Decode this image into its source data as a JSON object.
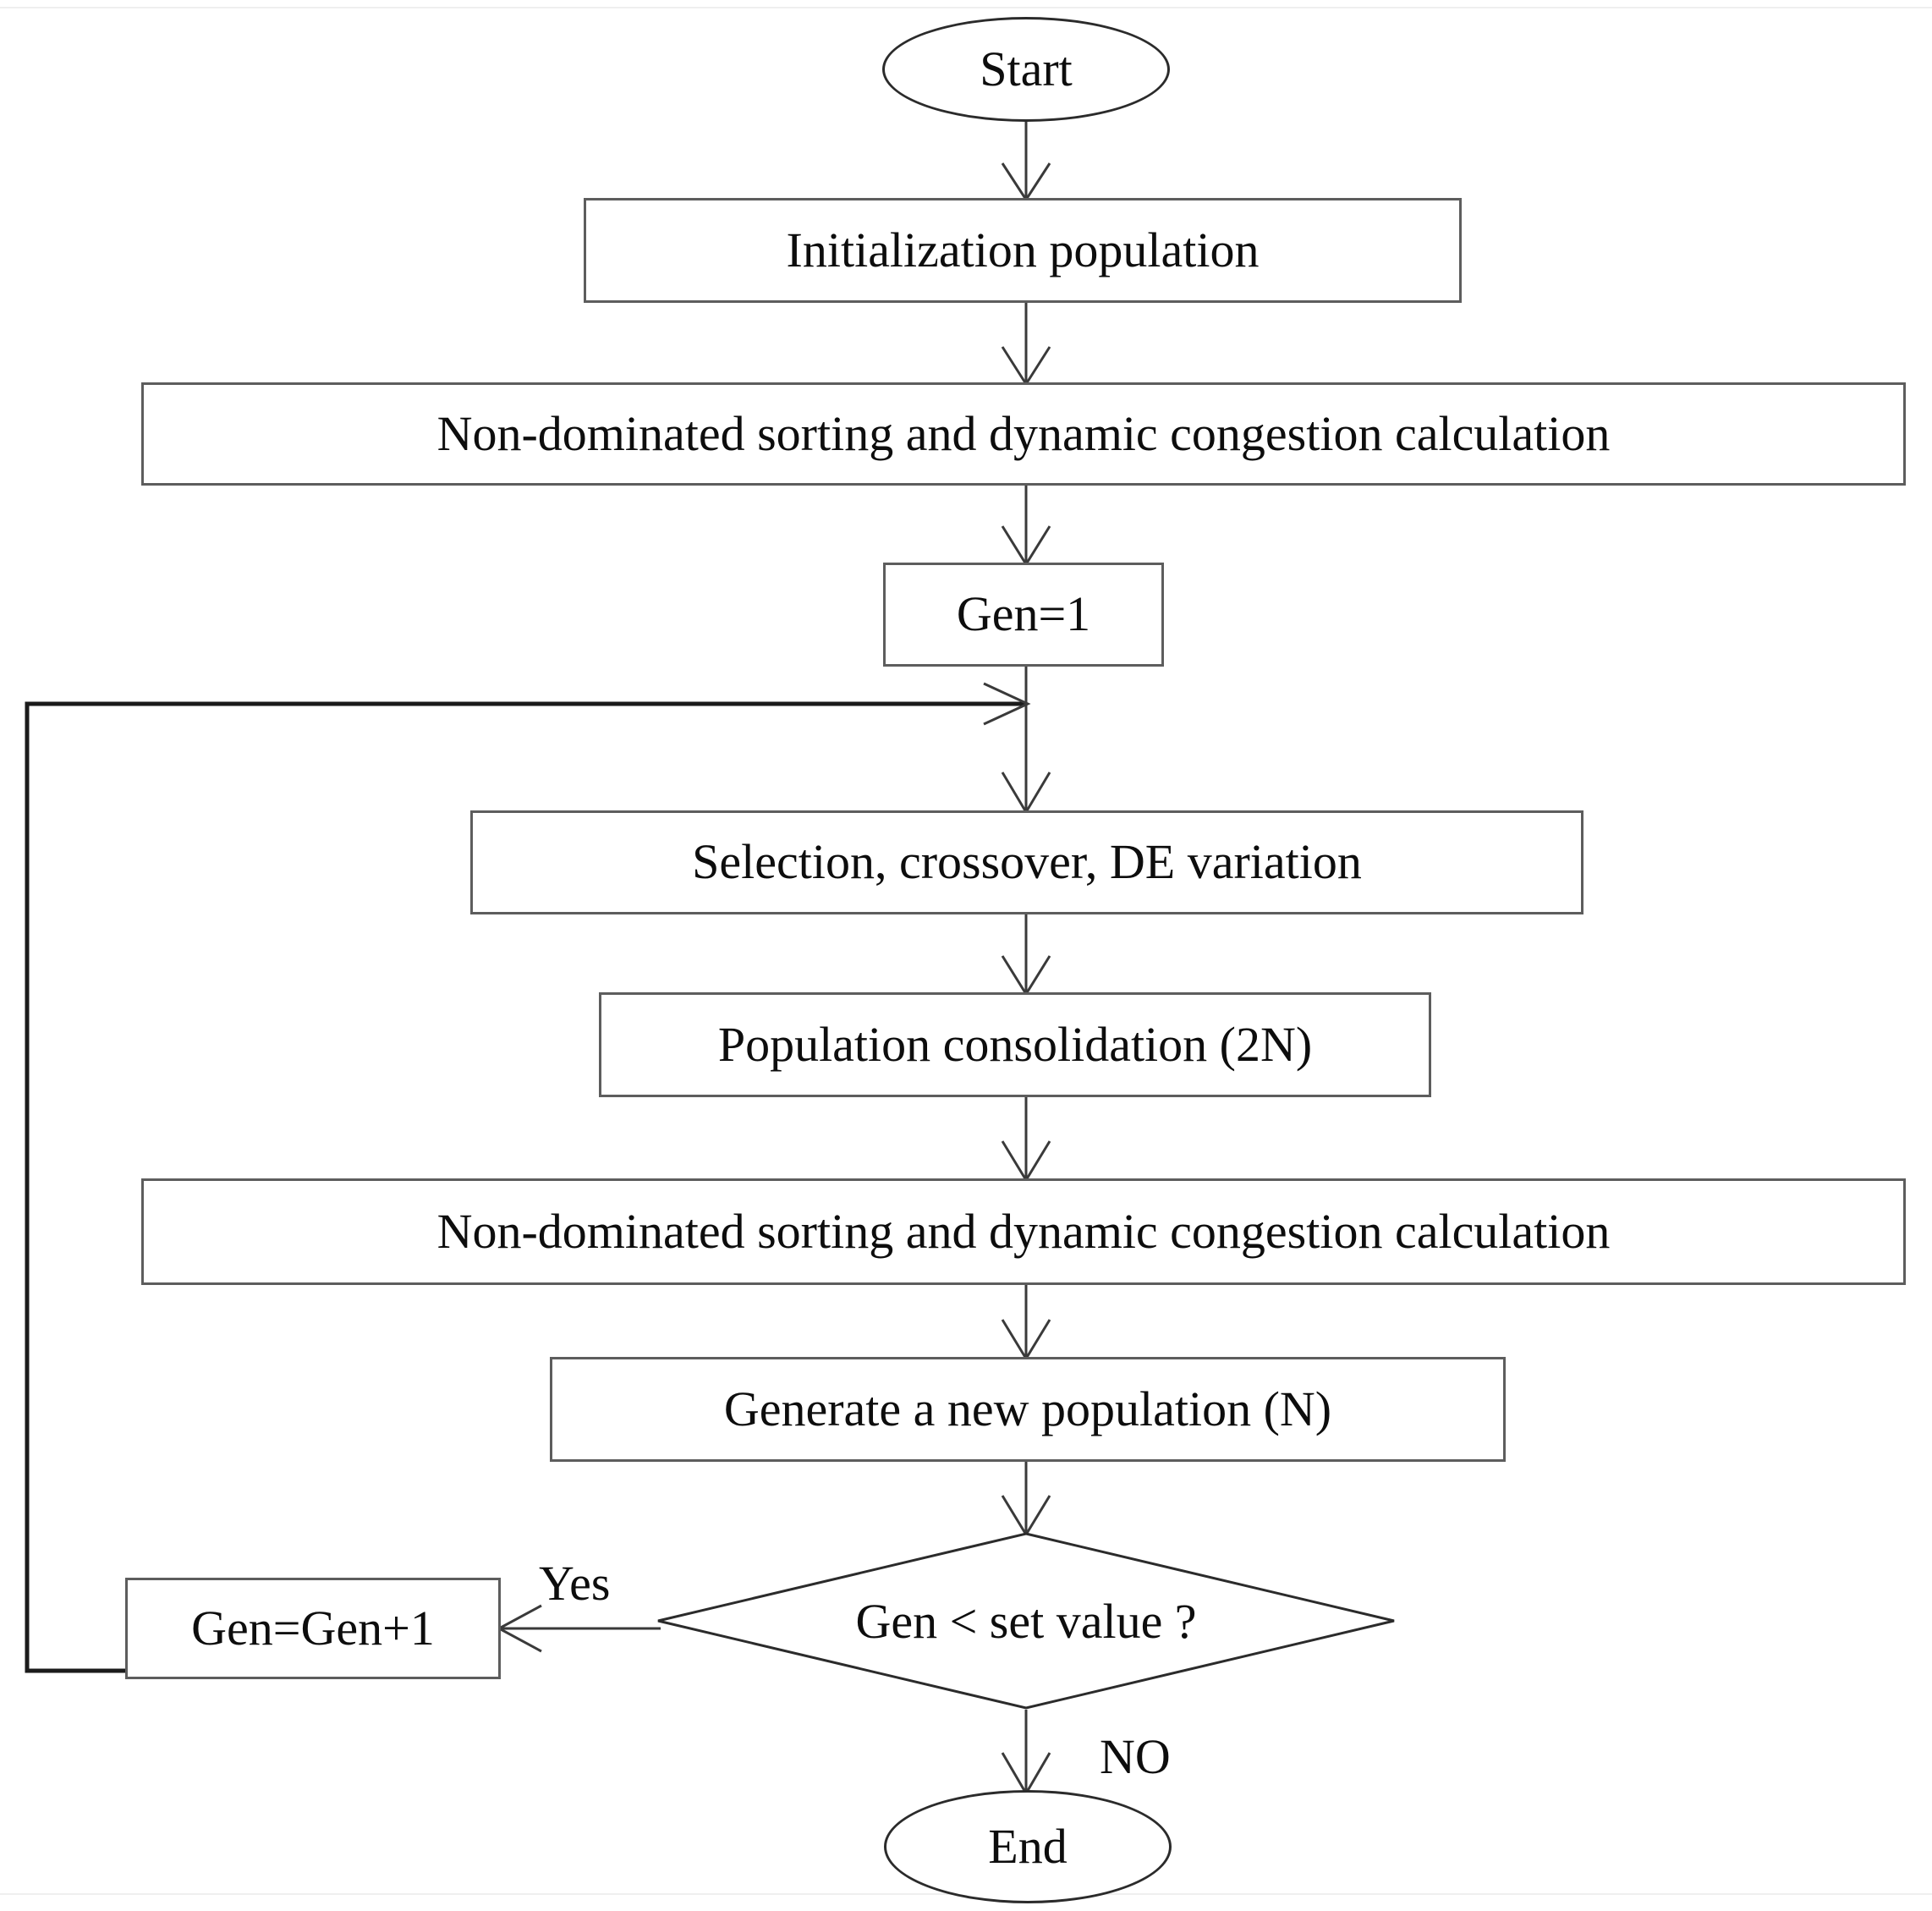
{
  "diagram": {
    "title": "NSGA-II with DE variation flowchart",
    "nodes": {
      "start": {
        "label": "Start",
        "shape": "ellipse"
      },
      "init": {
        "label": "Initialization population",
        "shape": "rect"
      },
      "sort1": {
        "label": "Non-dominated sorting and dynamic congestion calculation",
        "shape": "rect"
      },
      "gen1": {
        "label": "Gen=1",
        "shape": "rect"
      },
      "selection": {
        "label": "Selection, crossover, DE variation",
        "shape": "rect"
      },
      "consolidation": {
        "label": "Population consolidation (2N)",
        "shape": "rect"
      },
      "sort2": {
        "label": "Non-dominated sorting and dynamic congestion calculation",
        "shape": "rect"
      },
      "newpop": {
        "label": "Generate a new population (N)",
        "shape": "rect"
      },
      "decision": {
        "label": "Gen < set value ?",
        "shape": "diamond"
      },
      "increment": {
        "label": "Gen=Gen+1",
        "shape": "rect"
      },
      "end": {
        "label": "End",
        "shape": "ellipse"
      }
    },
    "edge_labels": {
      "yes": "Yes",
      "no": "NO"
    },
    "colors": {
      "background": "#ffffff",
      "box_border": "#5d5d5d",
      "terminator_border": "#2b2b2b",
      "connector": "#3a3a3a",
      "text": "#0d0d0d"
    }
  }
}
